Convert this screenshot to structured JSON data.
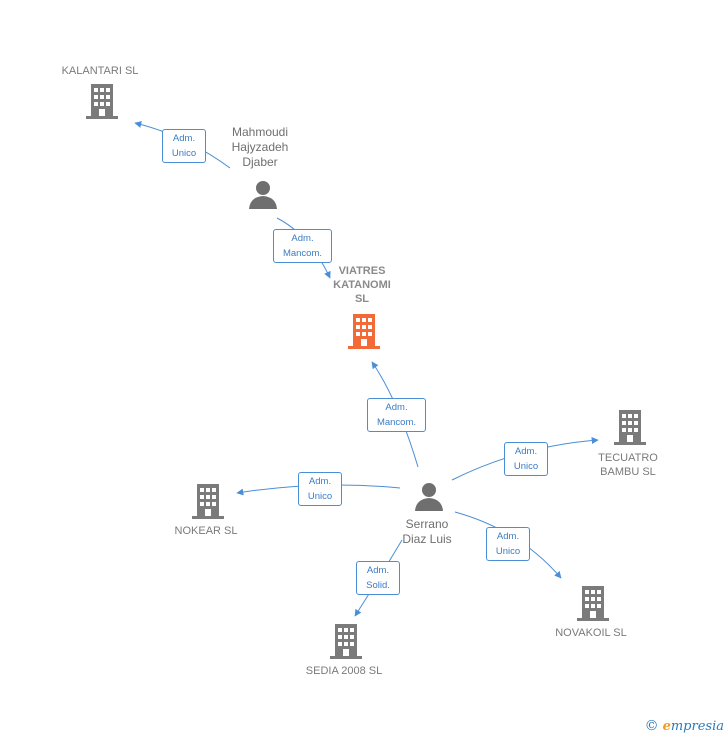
{
  "colors": {
    "edge": "#4a8fd6",
    "company": "#7b7b7b",
    "main_company": "#f26a35",
    "person": "#6f6f6f"
  },
  "nodes": {
    "kalantari": {
      "label": "KALANTARI  SL",
      "icon": "building-icon"
    },
    "mahmoudi": {
      "label": "Mahmoudi\nHajyzadeh\nDjaber",
      "icon": "person-icon"
    },
    "viatres": {
      "label": "VIATRES\nKATANOMI\nSL",
      "icon": "building-icon"
    },
    "tecuatro": {
      "label": "TECUATRO\nBAMBU  SL",
      "icon": "building-icon"
    },
    "nokear": {
      "label": "NOKEAR SL",
      "icon": "building-icon"
    },
    "serrano": {
      "label": "Serrano\nDiaz Luis",
      "icon": "person-icon"
    },
    "novakoil": {
      "label": "NOVAKOIL  SL",
      "icon": "building-icon"
    },
    "sedia": {
      "label": "SEDIA 2008 SL",
      "icon": "building-icon"
    }
  },
  "edges": {
    "mahmoudi_kalantari": {
      "l1": "Adm.",
      "l2": "Unico"
    },
    "mahmoudi_viatres": {
      "l1": "Adm.",
      "l2": "Mancom."
    },
    "serrano_viatres": {
      "l1": "Adm.",
      "l2": "Mancom."
    },
    "serrano_tecuatro": {
      "l1": "Adm.",
      "l2": "Unico"
    },
    "serrano_nokear": {
      "l1": "Adm.",
      "l2": "Unico"
    },
    "serrano_novakoil": {
      "l1": "Adm.",
      "l2": "Unico"
    },
    "serrano_sedia": {
      "l1": "Adm.",
      "l2": "Solid."
    }
  },
  "footer": {
    "copyright": "©",
    "brand_initial": "e",
    "brand_rest": "mpresia"
  }
}
